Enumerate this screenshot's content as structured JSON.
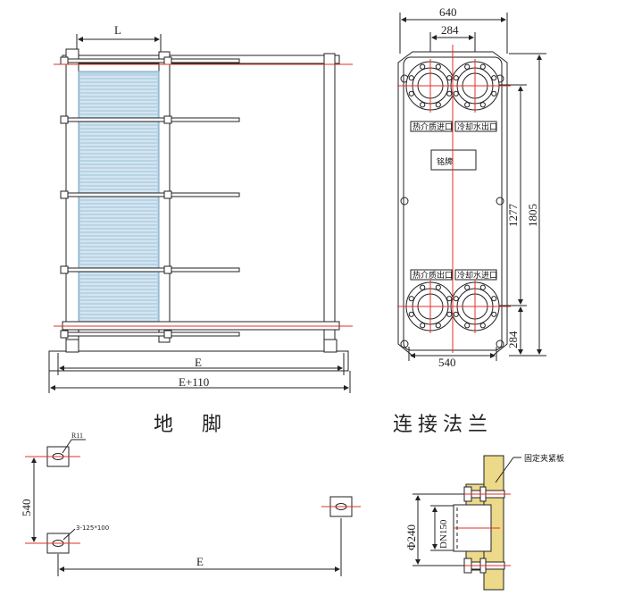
{
  "side_view": {
    "dim_L": "L",
    "dim_E": "E",
    "dim_E110": "E+110"
  },
  "front_view": {
    "dim_width": "640",
    "dim_port_spacing": "284",
    "dim_bottom_width": "540",
    "dim_port_height": "1277",
    "dim_total_height": "1805",
    "dim_bottom_port": "284",
    "label_hot_in": "热介质进口",
    "label_cold_out": "冷却水出口",
    "label_hot_out": "热介质出口",
    "label_cold_in": "冷却水进口",
    "label_nameplate": "铭牌"
  },
  "foot_section": {
    "title": "地  脚",
    "dim_radius": "R11",
    "dim_slot": "3-125*100",
    "dim_540": "540",
    "dim_E": "E"
  },
  "flange_section": {
    "title": "连接法兰",
    "label_plate": "固定夹紧板",
    "dim_phi": "Φ240",
    "dim_dn": "DN150"
  },
  "colors": {
    "line": "#222222",
    "red": "#e0302a",
    "plate_blue": "#b8d4e6",
    "flange_yellow": "#ecd98a"
  }
}
